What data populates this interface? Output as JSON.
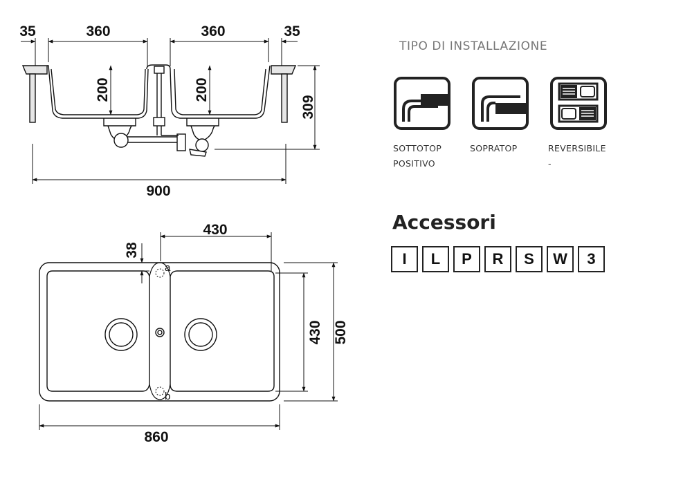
{
  "dimensions": {
    "top_left_rim": "35",
    "top_left_bowl": "360",
    "top_right_bowl": "360",
    "top_right_rim": "35",
    "bowl_depth_left": "200",
    "bowl_depth_right": "200",
    "total_height": "309",
    "total_width_side": "900",
    "bowl_width_plan": "430",
    "offset_plan": "38",
    "bowl_length_plan": "430",
    "total_depth_plan": "500",
    "total_width_plan": "860",
    "marker_a": "a",
    "marker_b": "b"
  },
  "installation": {
    "title": "TIPO DI INSTALLAZIONE",
    "types": [
      {
        "name": "SOTTOTOP",
        "sub": "POSITIVO",
        "icon": "undermount-icon"
      },
      {
        "name": "SOPRATOP",
        "sub": "",
        "icon": "overmount-icon"
      },
      {
        "name": "REVERSIBILE",
        "sub": "-",
        "icon": "reversible-icon"
      }
    ]
  },
  "accessories": {
    "title": "Accessori",
    "codes": [
      "I",
      "L",
      "P",
      "R",
      "S",
      "W",
      "3"
    ]
  }
}
